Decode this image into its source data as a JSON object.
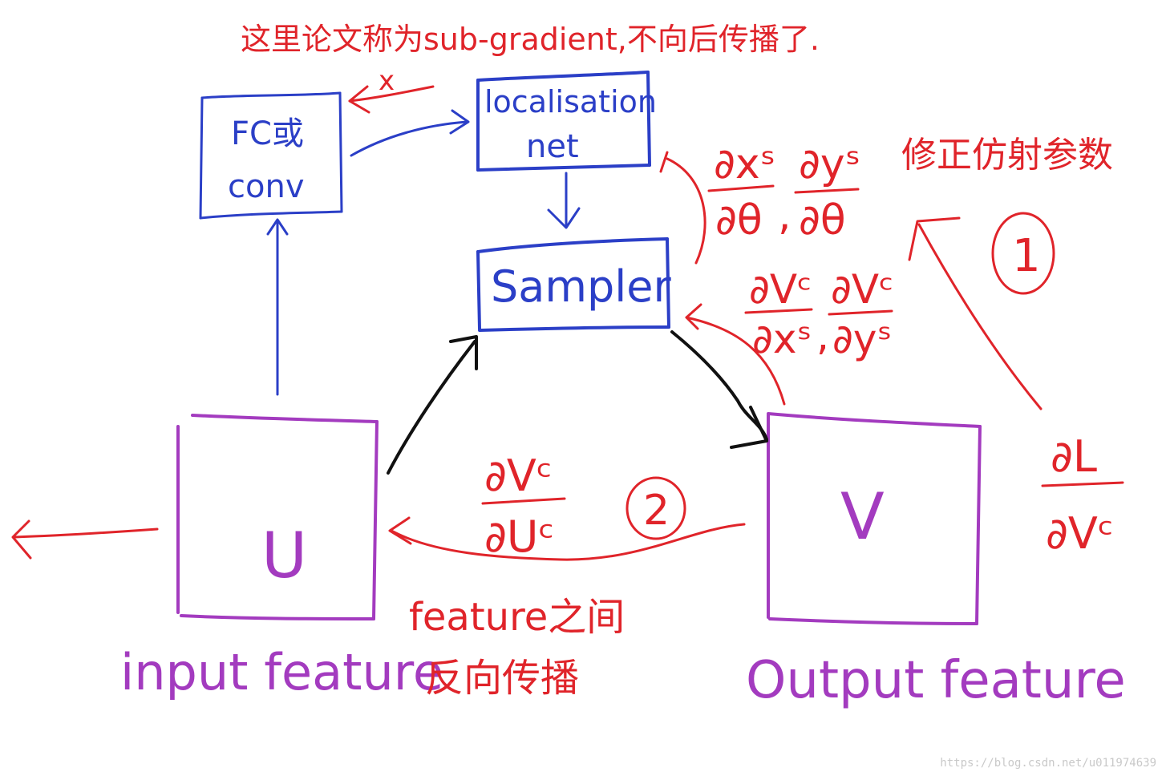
{
  "annotations": {
    "top_note": "这里论文称为sub-gradient,不向后传播了.",
    "top_mark": "x",
    "affine_note": "修正仿射参数",
    "circle_1": "1",
    "circle_2": "2",
    "between_features_line1": "feature之间",
    "between_features_line2": "反向传播"
  },
  "boxes": {
    "fc_conv_line1": "FC或",
    "fc_conv_line2": "conv",
    "localisation_line1": "localisation",
    "localisation_line2": "net",
    "sampler": "Sampler",
    "u": "U",
    "v": "V"
  },
  "labels": {
    "input_feature": "input feature",
    "output_feature": "Output feature"
  },
  "math": {
    "d_xs_num": "∂xˢ",
    "d_ys_num": "∂yˢ",
    "d_theta": "∂θ",
    "comma": ",",
    "d_vc": "∂Vᶜ",
    "d_xs": "∂xˢ",
    "d_ys": "∂yˢ",
    "d_uc": "∂Uᶜ",
    "d_L": "∂L"
  },
  "watermark": "https://blog.csdn.net/u011974639",
  "colors": {
    "blue": "#2b3fc7",
    "purple": "#a33bbf",
    "red": "#e0242a",
    "black": "#111111"
  }
}
